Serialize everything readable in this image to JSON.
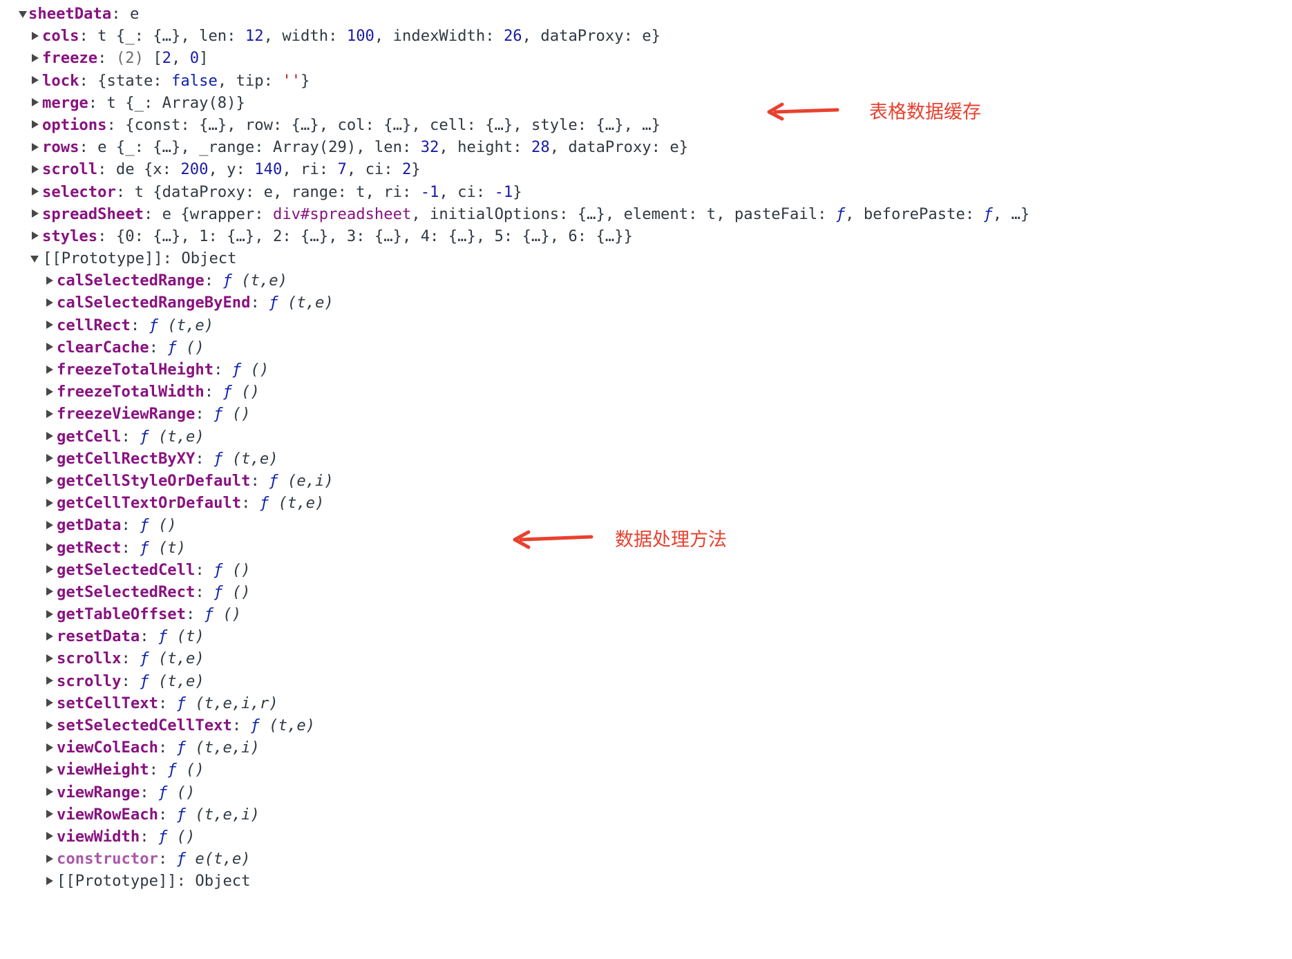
{
  "tree": {
    "root": {
      "key": "sheetData",
      "value": "e"
    },
    "props": [
      {
        "key": "cols",
        "tokens": [
          {
            "t": "t {_: {…}, len: ",
            "c": "plain"
          },
          {
            "t": "12",
            "c": "num"
          },
          {
            "t": ", width: ",
            "c": "plain"
          },
          {
            "t": "100",
            "c": "num"
          },
          {
            "t": ", indexWidth: ",
            "c": "plain"
          },
          {
            "t": "26",
            "c": "num"
          },
          {
            "t": ", dataProxy: e}",
            "c": "plain"
          }
        ]
      },
      {
        "key": "freeze",
        "tokens": [
          {
            "t": "(2) ",
            "c": "gray"
          },
          {
            "t": "[",
            "c": "plain"
          },
          {
            "t": "2",
            "c": "num"
          },
          {
            "t": ", ",
            "c": "plain"
          },
          {
            "t": "0",
            "c": "num"
          },
          {
            "t": "]",
            "c": "plain"
          }
        ]
      },
      {
        "key": "lock",
        "tokens": [
          {
            "t": "{state: ",
            "c": "plain"
          },
          {
            "t": "false",
            "c": "kw"
          },
          {
            "t": ", tip: ",
            "c": "plain"
          },
          {
            "t": "''",
            "c": "str"
          },
          {
            "t": "}",
            "c": "plain"
          }
        ]
      },
      {
        "key": "merge",
        "tokens": [
          {
            "t": "t {_: Array(8)}",
            "c": "plain"
          }
        ]
      },
      {
        "key": "options",
        "tokens": [
          {
            "t": "{const: {…}, row: {…}, col: {…}, cell: {…}, style: {…}, …}",
            "c": "plain"
          }
        ]
      },
      {
        "key": "rows",
        "tokens": [
          {
            "t": "e {_: {…}, _range: Array(29), len: ",
            "c": "plain"
          },
          {
            "t": "32",
            "c": "num"
          },
          {
            "t": ", height: ",
            "c": "plain"
          },
          {
            "t": "28",
            "c": "num"
          },
          {
            "t": ", dataProxy: e}",
            "c": "plain"
          }
        ]
      },
      {
        "key": "scroll",
        "tokens": [
          {
            "t": "de {x: ",
            "c": "plain"
          },
          {
            "t": "200",
            "c": "num"
          },
          {
            "t": ", y: ",
            "c": "plain"
          },
          {
            "t": "140",
            "c": "num"
          },
          {
            "t": ", ri: ",
            "c": "plain"
          },
          {
            "t": "7",
            "c": "num"
          },
          {
            "t": ", ci: ",
            "c": "plain"
          },
          {
            "t": "2",
            "c": "num"
          },
          {
            "t": "}",
            "c": "plain"
          }
        ]
      },
      {
        "key": "selector",
        "tokens": [
          {
            "t": "t {dataProxy: e, range: t, ri: ",
            "c": "plain"
          },
          {
            "t": "-1",
            "c": "num"
          },
          {
            "t": ", ci: ",
            "c": "plain"
          },
          {
            "t": "-1",
            "c": "num"
          },
          {
            "t": "}",
            "c": "plain"
          }
        ]
      },
      {
        "key": "spreadSheet",
        "tokens": [
          {
            "t": "e {wrapper: ",
            "c": "plain"
          },
          {
            "t": "div#spreadsheet",
            "c": "k-plain"
          },
          {
            "t": ", initialOptions: {…}, element: t, pasteFail: ",
            "c": "plain"
          },
          {
            "t": "ƒ",
            "c": "fn"
          },
          {
            "t": ", beforePaste: ",
            "c": "plain"
          },
          {
            "t": "ƒ",
            "c": "fn"
          },
          {
            "t": ", …}",
            "c": "plain"
          }
        ]
      },
      {
        "key": "styles",
        "tokens": [
          {
            "t": "{0: {…}, 1: {…}, 2: {…}, 3: {…}, 4: {…}, 5: {…}, 6: {…}}",
            "c": "plain"
          }
        ]
      }
    ],
    "prototype": {
      "label": "[[Prototype]]",
      "value": "Object",
      "methods": [
        {
          "name": "calSelectedRange",
          "args": "(t,e)"
        },
        {
          "name": "calSelectedRangeByEnd",
          "args": "(t,e)"
        },
        {
          "name": "cellRect",
          "args": "(t,e)"
        },
        {
          "name": "clearCache",
          "args": "()"
        },
        {
          "name": "freezeTotalHeight",
          "args": "()"
        },
        {
          "name": "freezeTotalWidth",
          "args": "()"
        },
        {
          "name": "freezeViewRange",
          "args": "()"
        },
        {
          "name": "getCell",
          "args": "(t,e)"
        },
        {
          "name": "getCellRectByXY",
          "args": "(t,e)"
        },
        {
          "name": "getCellStyleOrDefault",
          "args": "(e,i)"
        },
        {
          "name": "getCellTextOrDefault",
          "args": "(t,e)"
        },
        {
          "name": "getData",
          "args": "()"
        },
        {
          "name": "getRect",
          "args": "(t)"
        },
        {
          "name": "getSelectedCell",
          "args": "()"
        },
        {
          "name": "getSelectedRect",
          "args": "()"
        },
        {
          "name": "getTableOffset",
          "args": "()"
        },
        {
          "name": "resetData",
          "args": "(t)"
        },
        {
          "name": "scrollx",
          "args": "(t,e)"
        },
        {
          "name": "scrolly",
          "args": "(t,e)"
        },
        {
          "name": "setCellText",
          "args": "(t,e,i,r)"
        },
        {
          "name": "setSelectedCellText",
          "args": "(t,e)"
        },
        {
          "name": "viewColEach",
          "args": "(t,e,i)"
        },
        {
          "name": "viewHeight",
          "args": "()"
        },
        {
          "name": "viewRange",
          "args": "()"
        },
        {
          "name": "viewRowEach",
          "args": "(t,e,i)"
        },
        {
          "name": "viewWidth",
          "args": "()"
        }
      ],
      "constructor": {
        "name": "constructor",
        "prefix": "ƒ",
        "value": "e(t,e)"
      },
      "inner_proto": {
        "label": "[[Prototype]]",
        "value": "Object"
      }
    },
    "fn_symbol": "ƒ"
  },
  "annotations": {
    "cache": "表格数据缓存",
    "methods": "数据处理方法"
  },
  "colors": {
    "key": "#881280",
    "number": "#1a1aa6",
    "string": "#c41a16",
    "annotation": "#e8412f"
  }
}
